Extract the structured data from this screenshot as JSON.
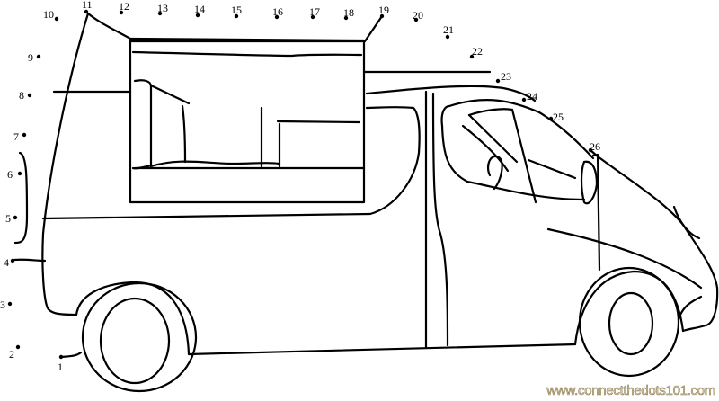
{
  "title": "Connect the dots - Van",
  "dots": [
    {
      "n": "1"
    },
    {
      "n": "2"
    },
    {
      "n": "3"
    },
    {
      "n": "4"
    },
    {
      "n": "5"
    },
    {
      "n": "6"
    },
    {
      "n": "7"
    },
    {
      "n": "8"
    },
    {
      "n": "9"
    },
    {
      "n": "10"
    },
    {
      "n": "11"
    },
    {
      "n": "12"
    },
    {
      "n": "13"
    },
    {
      "n": "14"
    },
    {
      "n": "15"
    },
    {
      "n": "16"
    },
    {
      "n": "17"
    },
    {
      "n": "18"
    },
    {
      "n": "19"
    },
    {
      "n": "20"
    },
    {
      "n": "21"
    },
    {
      "n": "22"
    },
    {
      "n": "23"
    },
    {
      "n": "24"
    },
    {
      "n": "25"
    },
    {
      "n": "26"
    }
  ],
  "watermark": "www.connectthedots101.com"
}
